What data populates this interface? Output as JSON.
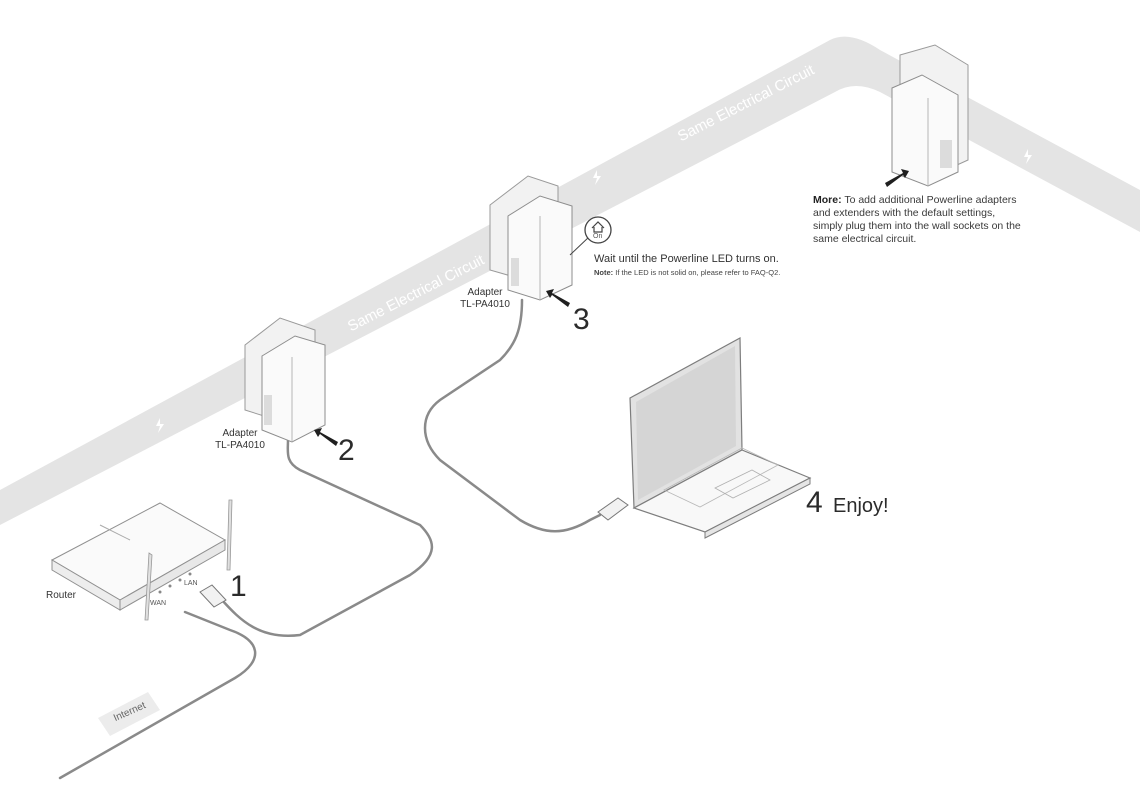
{
  "labels": {
    "circuit_lower": "Same Electrical Circuit",
    "circuit_upper": "Same Electrical Circuit",
    "adapter1_line1": "Adapter",
    "adapter1_line2": "TL-PA4010",
    "adapter2_line1": "Adapter",
    "adapter2_line2": "TL-PA4010",
    "router": "Router",
    "wan_port": "WAN",
    "lan_port": "LAN",
    "internet": "Internet",
    "led_on": "On"
  },
  "steps": {
    "step1": "1",
    "step2": "2",
    "step3": "3",
    "step4": "4",
    "enjoy": "Enjoy!"
  },
  "instructions": {
    "wait": "Wait until the Powerline LED turns on.",
    "note_label": "Note:",
    "note_text": "If the LED is not solid on, please refer to FAQ-Q2.",
    "more_label": "More:",
    "more_text": "To add additional Powerline adapters and extenders with the default settings, simply plug them into the wall sockets on the same electrical circuit."
  },
  "colors": {
    "wall_band": "#e4e4e4",
    "cable": "#8a8a8a",
    "device": "#f7f7f7",
    "outline": "#9a9a9a",
    "screen": "#e2e2e2"
  },
  "icons": [
    "lightning-icon",
    "house-led-icon",
    "push-arrow-icon"
  ]
}
